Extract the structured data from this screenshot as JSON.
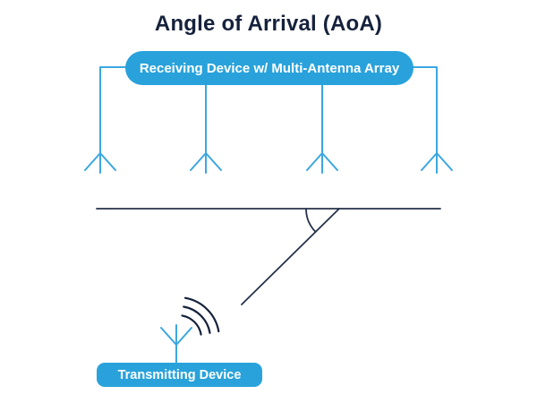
{
  "title": "Angle of Arrival (AoA)",
  "receiver": {
    "label": "Receiving Device w/ Multi-Antenna Array",
    "antenna_count": 4
  },
  "transmitter": {
    "label": "Transmitting Device"
  },
  "icons": {
    "receiving_antennas": "antenna-icon",
    "transmitting_antenna": "antenna-icon",
    "signal_waves": "radio-waves-icon",
    "angle_marker": "angle-arc-icon"
  },
  "colors": {
    "background": "#ffffff",
    "accent_blue": "#29a2db",
    "line_blue": "#3ba7e0",
    "ink_dark": "#16223c",
    "line_dark": "#26324a",
    "label_text": "#ffffff"
  }
}
